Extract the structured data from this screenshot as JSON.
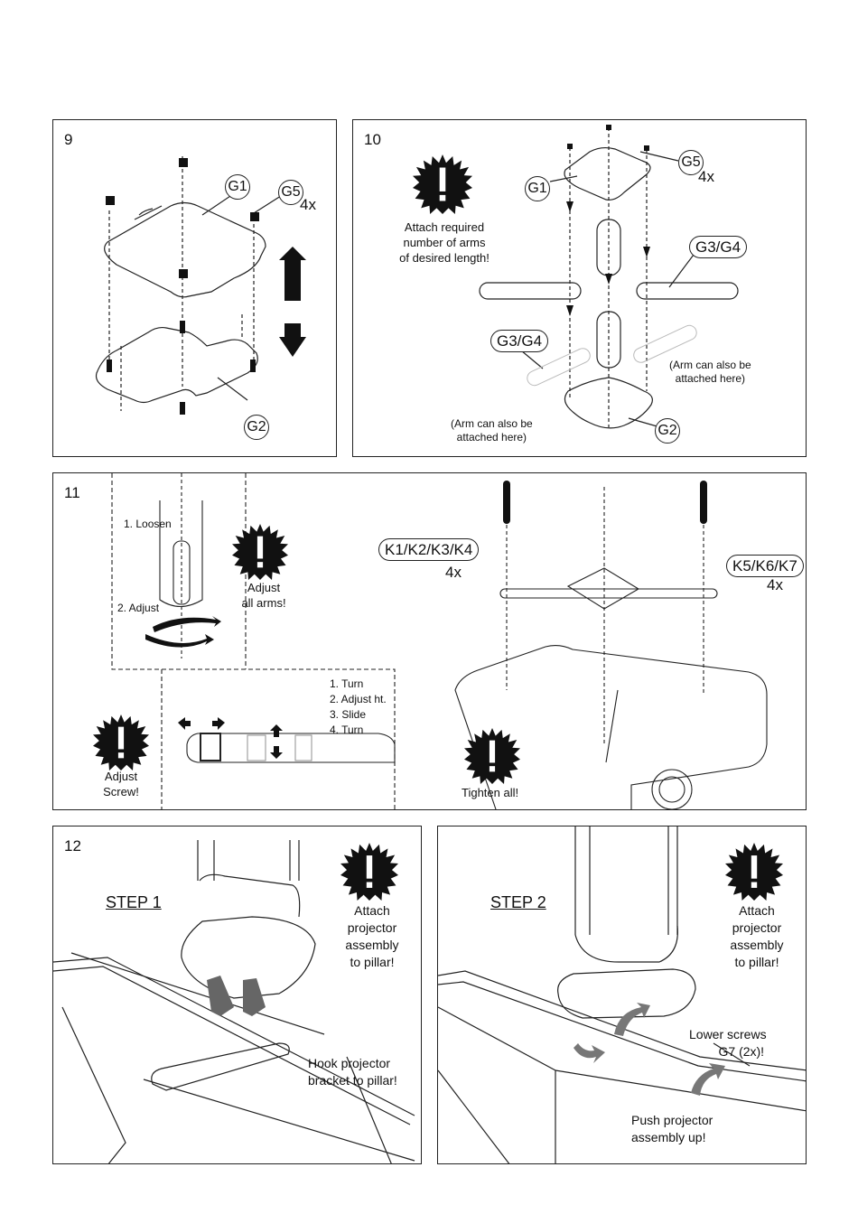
{
  "panels": {
    "p9": {
      "number": "9",
      "labels": {
        "g1": "G1",
        "g5": "G5",
        "g5_qty": "4x",
        "g2": "G2"
      }
    },
    "p10": {
      "number": "10",
      "warning_text": [
        "Attach required",
        "number of arms",
        "of desired length!"
      ],
      "labels": {
        "g1": "G1",
        "g5": "G5",
        "g5_qty": "4x",
        "g3g4_right": "G3/G4",
        "g3g4_left": "G3/G4",
        "g2": "G2"
      },
      "notes": {
        "right": [
          "(Arm can also be",
          "attached here)"
        ],
        "left": [
          "(Arm can also be",
          "attached here)"
        ]
      }
    },
    "p11": {
      "number": "11",
      "loosen": "1. Loosen",
      "adjust": "2. Adjust",
      "warning_adjust_arms": [
        "Adjust",
        "all arms!"
      ],
      "warning_adjust_screw": [
        "Adjust",
        "Screw!"
      ],
      "steps": [
        "1. Turn",
        "2. Adjust ht.",
        "3. Slide",
        "4. Turn"
      ],
      "k_left": "K1/K2/K3/K4",
      "k_left_qty": "4x",
      "k_right": "K5/K6/K7",
      "k_right_qty": "4x",
      "warning_tighten": "Tighten all!"
    },
    "p12a": {
      "number": "12",
      "step": "STEP 1",
      "warning_text": [
        "Attach",
        "projector",
        "assembly",
        "to pillar!"
      ],
      "note": [
        "Hook projector",
        "bracket to pillar!"
      ]
    },
    "p12b": {
      "step": "STEP 2",
      "warning_text": [
        "Attach",
        "projector",
        "assembly",
        "to pillar!"
      ],
      "note_screws": [
        "Lower screws",
        "G7 (2x)!"
      ],
      "note_push": [
        "Push projector",
        "assembly up!"
      ]
    }
  },
  "icons": {
    "warning": "starburst-exclamation-icon"
  }
}
